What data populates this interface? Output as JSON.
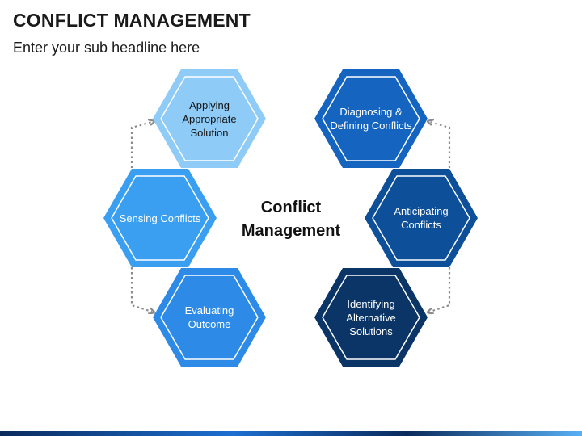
{
  "header": {
    "title": "CONFLICT MANAGEMENT",
    "subtitle": "Enter your sub headline here"
  },
  "center": {
    "line1": "Conflict",
    "line2": "Management"
  },
  "hexagons": [
    {
      "id": "applying",
      "label_lines": [
        "Applying",
        "Appropriate",
        "Solution"
      ],
      "fill": "#8ecbf7",
      "stroke": "#8ecbf7",
      "text_color": "#111111"
    },
    {
      "id": "sensing",
      "label_lines": [
        "Sensing Conflicts"
      ],
      "fill": "#3a9ff0",
      "stroke": "#3a9ff0",
      "text_color": "#ffffff"
    },
    {
      "id": "evaluating",
      "label_lines": [
        "Evaluating",
        "Outcome"
      ],
      "fill": "#2d8ae6",
      "stroke": "#2d8ae6",
      "text_color": "#ffffff"
    },
    {
      "id": "diagnosing",
      "label_lines": [
        "Diagnosing &",
        "Defining Conflicts"
      ],
      "fill": "#1565c0",
      "stroke": "#1565c0",
      "text_color": "#ffffff"
    },
    {
      "id": "anticipating",
      "label_lines": [
        "Anticipating",
        "Conflicts"
      ],
      "fill": "#0d4f98",
      "stroke": "#0d4f98",
      "text_color": "#ffffff"
    },
    {
      "id": "identifying",
      "label_lines": [
        "Identifying",
        "Alternative",
        "Solutions"
      ],
      "fill": "#0a3566",
      "stroke": "#0a3566",
      "text_color": "#ffffff"
    }
  ],
  "colors": {
    "arrow": "#8a8a8a"
  }
}
